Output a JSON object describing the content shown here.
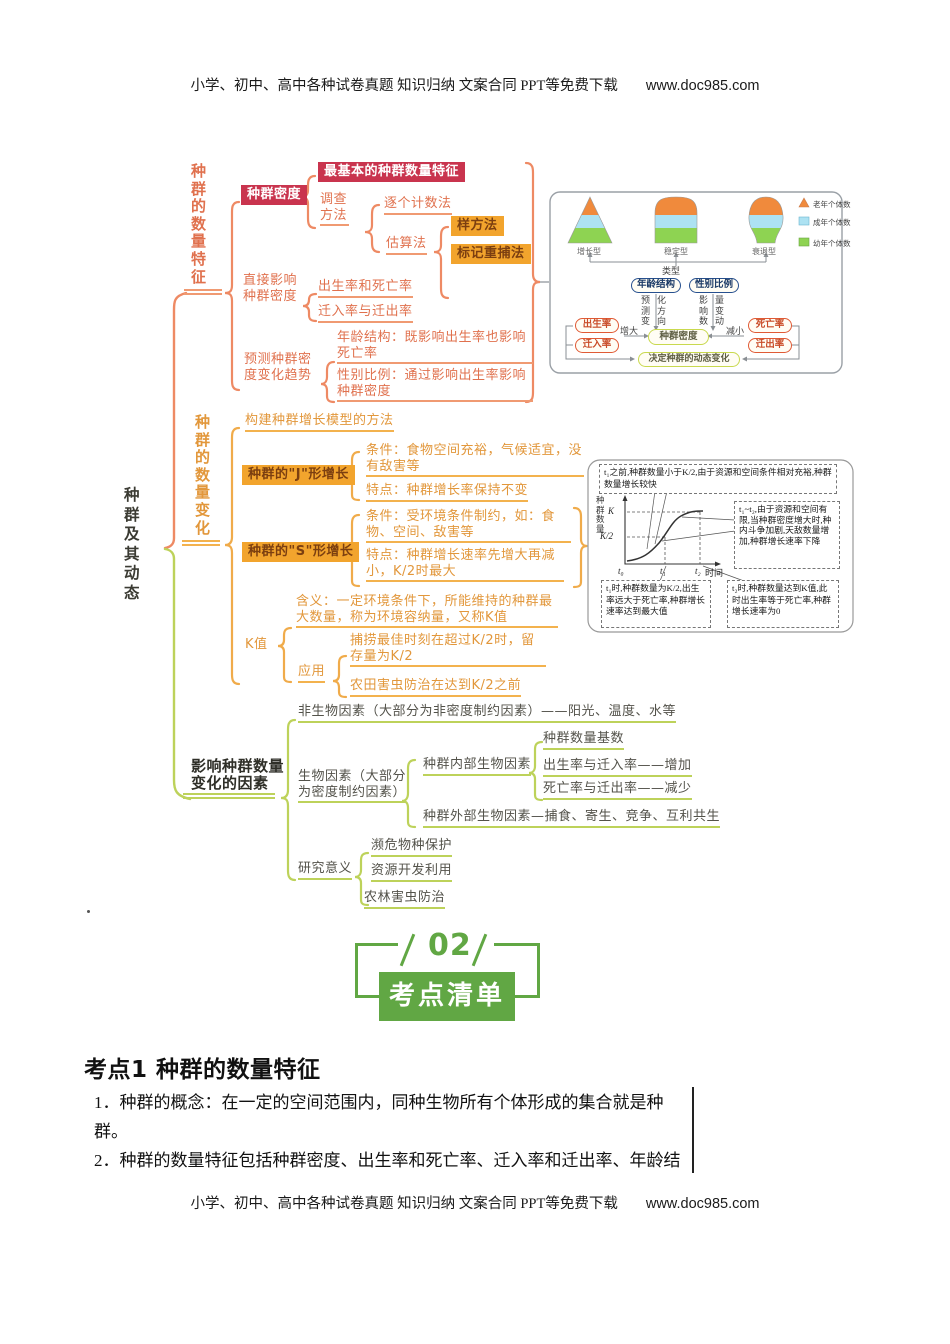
{
  "header": {
    "text": "小学、初中、高中各种试卷真题 知识归纳 文案合同 PPT等免费下载",
    "url": "www.doc985.com"
  },
  "footer": {
    "text": "小学、初中、高中各种试卷真题 知识归纳 文案合同 PPT等免费下载",
    "url": "www.doc985.com"
  },
  "mindmap": {
    "root": "种群及其动态",
    "s1": {
      "label": "种群的数量特征",
      "density": "种群密度",
      "basic": "最基本的种群数量特征",
      "survey": "调查方法",
      "count": "逐个计数法",
      "estimate": "估算法",
      "quadrat": "样方法",
      "recapture": "标记重捕法",
      "direct": "直接影响种群密度",
      "birth_death": "出生率和死亡率",
      "migration": "迁入率与迁出率",
      "predict": "预测种群密度变化趋势",
      "age": "年龄结构：既影响出生率也影响死亡率",
      "sex": "性别比例：通过影响出生率影响种群密度"
    },
    "s2": {
      "label": "种群的数量变化",
      "method": "构建种群增长模型的方法",
      "j_label": "种群的\"J\"形增长",
      "j_cond": "条件：食物空间充裕，气候适宜，没有敌害等",
      "j_feat": "特点：种群增长率保持不变",
      "s_label": "种群的\"S\"形增长",
      "s_cond": "条件：受环境条件制约，如：食物、空间、敌害等",
      "s_feat": "特点：种群增长速率先增大再减小，K/2时最大",
      "k_label": "K值",
      "k_meaning": "含义：一定环境条件下，所能维持的种群最大数量，称为环境容纳量，又称K值",
      "k_apply": "应用",
      "k_fish": "捕捞最佳时刻在超过K/2时，留存量为K/2",
      "k_pest": "农田害虫防治在达到K/2之前"
    },
    "s3": {
      "label": "影响种群数量变化的因素",
      "abiotic": "非生物因素（大部分为非密度制约因素）——阳光、温度、水等",
      "biotic": "生物因素（大部分为密度制约因素）",
      "internal": "种群内部生物因素",
      "base": "种群数量基数",
      "increase": "出生率与迁入率——增加",
      "decrease": "死亡率与迁出率——减少",
      "external": "种群外部生物因素—捕食、寄生、竞争、互利共生",
      "research": "研究意义",
      "endangered": "濒危物种保护",
      "resource": "资源开发利用",
      "forest_pest": "农林害虫防治"
    }
  },
  "age_diagram": {
    "types": [
      "增长型",
      "稳定型",
      "衰退型"
    ],
    "legend": [
      "老年个体数",
      "成年个体数",
      "幼年个体数"
    ],
    "type_label": "类型",
    "age_structure": "年龄结构",
    "sex_ratio": "性别比例",
    "predict_col1": "预测变",
    "predict_col2": "化方向",
    "affect_col1": "影响数",
    "affect_col2": "量变动",
    "increase": "增大",
    "decrease": "减小",
    "density": "种群密度",
    "birth": "出生率",
    "immigration": "迁入率",
    "death": "死亡率",
    "emigration": "迁出率",
    "determine": "决定种群的动态变化"
  },
  "growth_chart": {
    "ylabel": "种群数量",
    "xlabel": "时间",
    "tick_k": "K",
    "tick_k2": "K/2",
    "t0": "t₀",
    "t1": "t₁",
    "t2": "t₂",
    "note_before_t1": "t₁之前,种群数量小于K/2,由于资源和空间条件相对充裕,种群数量增长较快",
    "note_t1_t2": "t₁~t₂,由于资源和空间有限,当种群密度增大时,种内斗争加剧,天敌数量增加,种群增长速率下降",
    "note_t1": "t₁时,种群数量为K/2,出生率远大于死亡率,种群增长速率达到最大值",
    "note_t2": "t₂时,种群数量达到K值,此时出生率等于死亡率,种群增长速率为0"
  },
  "section_badge": {
    "number": "02",
    "label": "考点清单"
  },
  "content": {
    "heading": "考点1 种群的数量特征",
    "p1": "1．种群的概念：在一定的空间范围内，同种生物所有个体形成的集合就是种群。",
    "p2": "2．种群的数量特征包括种群密度、出生率和死亡率、迁入率和迁出率、年龄结"
  },
  "colors": {
    "accent_green": "#61a744",
    "crimson": "#c9344e",
    "orange_box": "#f2a42d",
    "coral": "#e0714e",
    "amber": "#e2973b",
    "leaf_green": "#bdd25a"
  }
}
